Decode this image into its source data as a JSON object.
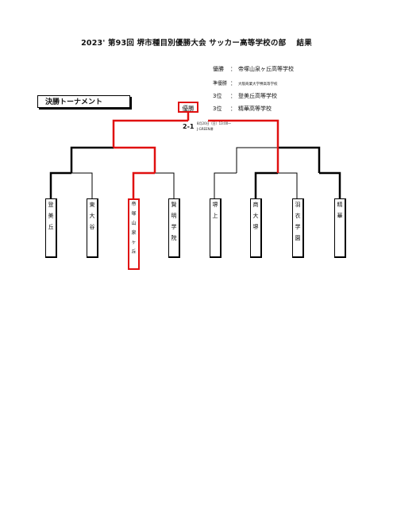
{
  "title": "2023' 第93回 堺市種目別優勝大会 サッカー高等学校の部　 結果",
  "results": [
    {
      "rank": "優勝",
      "sep": "：",
      "school": "帝塚山泉ヶ丘高等学校"
    },
    {
      "rank": "準優勝",
      "sep": "：",
      "school": "大阪商業大学堺高等学校"
    },
    {
      "rank": "3位",
      "sep": "：",
      "school": "登美丘高等学校"
    },
    {
      "rank": "3位",
      "sep": "：",
      "school": "精華高等学校"
    }
  ],
  "bracket": {
    "label": "決勝トーナメント",
    "champion_label": "優勝",
    "final_score": "2-1",
    "final_date": "8月20日（日）13:00～",
    "final_venue": "J-GREEN堺",
    "teams": [
      {
        "name": [
          "登",
          "美",
          "丘"
        ]
      },
      {
        "name": [
          "東",
          "大",
          "谷"
        ]
      },
      {
        "name": [
          "帝",
          "塚",
          "山",
          "泉",
          "ヶ",
          "丘"
        ],
        "winner": true
      },
      {
        "name": [
          "賢",
          "明",
          "学",
          "院"
        ]
      },
      {
        "name": [
          "堺",
          "上"
        ]
      },
      {
        "name": [
          "商",
          "大",
          "堺"
        ]
      },
      {
        "name": [
          "羽",
          "衣",
          "学",
          "園"
        ]
      },
      {
        "name": [
          "精",
          "華"
        ]
      }
    ],
    "colors": {
      "winner": "#e01010",
      "line": "#000000",
      "advance": "#000000"
    }
  }
}
